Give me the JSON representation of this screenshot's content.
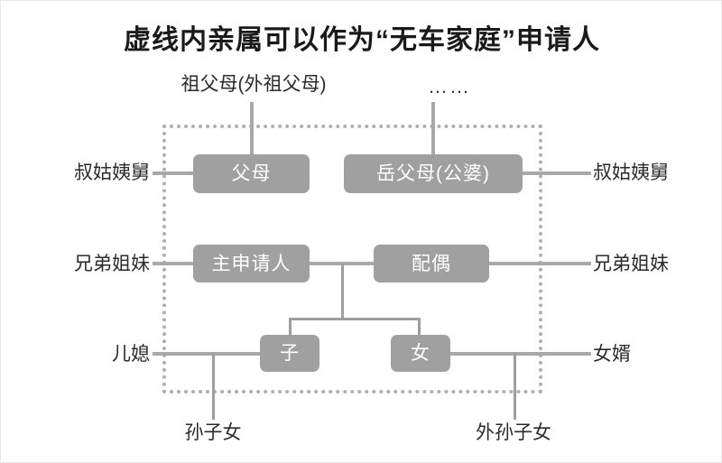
{
  "title": "虚线内亲属可以作为“无车家庭”申请人",
  "legend": {
    "dots_text": "……"
  },
  "nodes": [
    {
      "id": "parents",
      "label": "父母"
    },
    {
      "id": "parents-in-law",
      "label": "岳父母(公婆)"
    },
    {
      "id": "applicant",
      "label": "主申请人"
    },
    {
      "id": "spouse",
      "label": "配偶"
    },
    {
      "id": "son",
      "label": "子"
    },
    {
      "id": "daughter",
      "label": "女"
    }
  ],
  "outside_labels": [
    {
      "id": "grandparents",
      "label": "祖父母(外祖父母)"
    },
    {
      "id": "uncles-aunts-left",
      "label": "叔姑姨舅"
    },
    {
      "id": "uncles-aunts-right",
      "label": "叔姑姨舅"
    },
    {
      "id": "siblings-left",
      "label": "兄弟姐妹"
    },
    {
      "id": "siblings-right",
      "label": "兄弟姐妹"
    },
    {
      "id": "daughter-in-law",
      "label": "儿媳"
    },
    {
      "id": "son-in-law",
      "label": "女婿"
    },
    {
      "id": "grandchildren-son",
      "label": "孙子女"
    },
    {
      "id": "grandchildren-daughter",
      "label": "外孙子女"
    }
  ],
  "colors": {
    "node_fill": "#a0a0a0",
    "node_text": "#ffffff",
    "line": "#a8a8a8",
    "dotted_border": "#b0b0b0",
    "title_text": "#1a1a1a",
    "label_text": "#2b2b2b",
    "background": "#ffffff"
  }
}
